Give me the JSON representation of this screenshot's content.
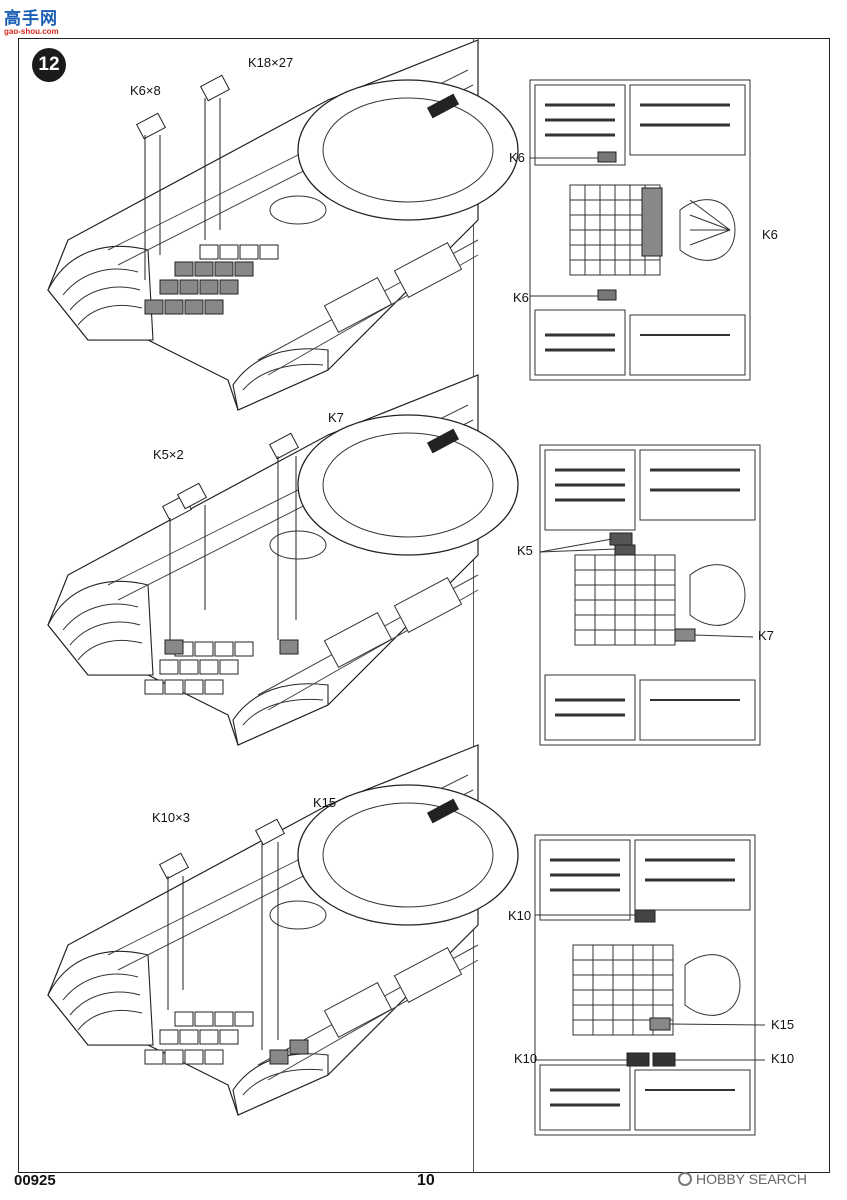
{
  "logo": {
    "cn": "高手网",
    "en": "gao-shou.com"
  },
  "step_number": "12",
  "panels": [
    {
      "callouts": [
        "K6×8",
        "K18×27"
      ],
      "plan_labels": [
        "K6",
        "K6",
        "K6"
      ]
    },
    {
      "callouts": [
        "K5×2",
        "K7"
      ],
      "plan_labels": [
        "K5",
        "K7"
      ]
    },
    {
      "callouts": [
        "K10×3",
        "K15"
      ],
      "plan_labels": [
        "K10",
        "K15",
        "K10",
        "K10"
      ]
    }
  ],
  "footer": {
    "code": "00925",
    "page": "10"
  },
  "watermark": "HOBBY SEARCH"
}
